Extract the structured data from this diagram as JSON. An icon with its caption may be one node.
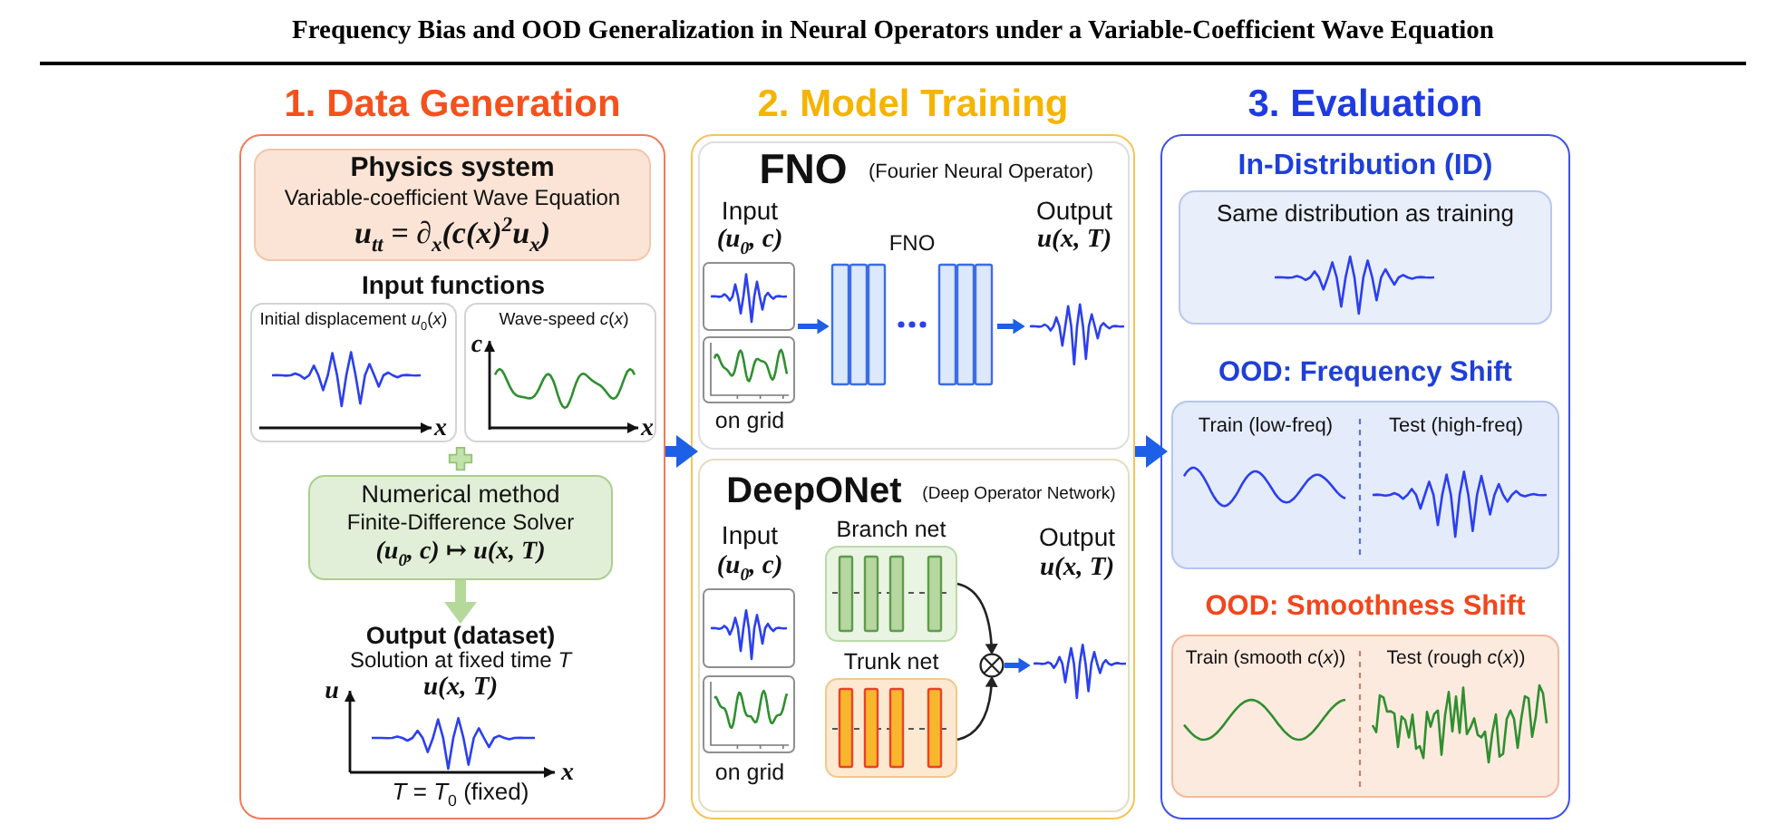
{
  "diagram": {
    "title": "Frequency Bias and OOD Generalization in Neural Operators under a Variable-Coefficient Wave Equation",
    "nodes": [
      {
        "text": [
          "1. Data Generation"
        ]
      },
      {
        "text": [
          "Physics system",
          "Variable-coefficient Wave Equation",
          "u$_{tt}$ = ∂$_{x}$(c(x)$^{2}$u$_{x}$)"
        ],
        "in": 0
      },
      {
        "text": [
          "Initial displacement *u*$_{0}$(*x*)"
        ],
        "in": 0
      },
      {
        "text": [
          "Wave-speed *c*(*x*)"
        ],
        "in": 0
      },
      {
        "text": [
          "Numerical method",
          "Finite-Difference Solver",
          "(u$_{0}$, c) ↦ u(x, T)"
        ],
        "in": 0
      },
      {
        "text": [
          "Output (dataset)",
          "Solution at fixed time *T*",
          "u(x, T)",
          "*T* = *T*$_{0}$ (fixed)"
        ],
        "in": 0
      },
      {
        "text": [
          "2. Model Training"
        ]
      },
      {
        "text": [
          "FNO",
          "(Fourier Neural Operator)"
        ],
        "in": 6
      },
      {
        "text": [
          "Input",
          "(u$_{0}$, c)",
          "on grid"
        ],
        "in": 7
      },
      {
        "text": [
          "FNO"
        ],
        "in": 7
      },
      {
        "text": [
          "Output",
          "u(x, T)"
        ],
        "in": 7
      },
      {
        "text": [
          "DeepONet",
          "(Deep Operator Network)"
        ],
        "in": 6
      },
      {
        "text": [
          "Input",
          "(u$_{0}$, c)",
          "on grid"
        ],
        "in": 11
      },
      {
        "text": [
          "Branch net"
        ],
        "in": 11
      },
      {
        "text": [
          "Trunk net"
        ],
        "in": 11
      },
      {
        "text": [],
        "shape": "circle",
        "in": 11
      },
      {
        "text": [
          "Output",
          "u(x, T)"
        ],
        "in": 11
      },
      {
        "text": [
          "3. Evaluation"
        ]
      },
      {
        "text": [
          "In-Distribution (ID)",
          "Same distribution as training"
        ],
        "in": 17
      },
      {
        "text": [
          "OOD: Frequency Shift",
          "Train (low-freq)",
          "Test (high-freq)"
        ],
        "in": 17
      },
      {
        "text": [
          "OOD: Smoothness Shift",
          "Train (smooth *c*(*x*))",
          "Test (rough *c*(*x*))"
        ],
        "in": 17
      }
    ],
    "edges": [
      {
        "from": 4,
        "to": 5,
        "arrow": "to",
        "style": "thick",
        "color": "#b4d99b"
      },
      {
        "from": 0,
        "to": 6,
        "arrow": "to",
        "style": "thick"
      },
      {
        "from": 8,
        "to": 9,
        "arrow": "to"
      },
      {
        "from": 9,
        "to": 10,
        "arrow": "to"
      },
      {
        "from": 13,
        "to": 15,
        "arrow": "to",
        "color": "#222222"
      },
      {
        "from": 14,
        "to": 15,
        "arrow": "to",
        "color": "#222222"
      },
      {
        "from": 15,
        "to": 16,
        "arrow": "to"
      },
      {
        "from": 6,
        "to": 17,
        "arrow": "to",
        "style": "thick"
      }
    ],
    "labels": [
      "Input functions",
      "x",
      "c",
      "x",
      "u",
      "x"
    ]
  }
}
